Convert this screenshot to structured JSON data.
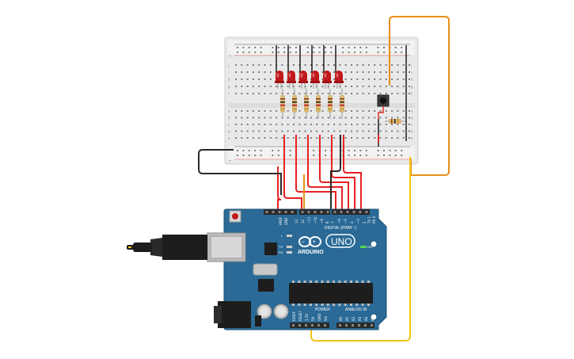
{
  "board": {
    "brand": "ARDUINO",
    "model": "UNO",
    "digital_label": "DIGITAL (PWM ~)",
    "power_label": "POWER",
    "analog_label": "ANALOG IN",
    "on_label": "ON",
    "tx_label": "TX",
    "rx_label": "RX",
    "l_label": "L",
    "ioref_label": "IOREF",
    "reset_label": "RESET",
    "v33_label": "3.3V",
    "v5_label": "5V",
    "gnd_label": "GND",
    "vin_label": "Vin",
    "aref_label": "AREF",
    "top_pins": [
      "13",
      "12",
      "~11",
      "~10",
      "~9",
      "8",
      "7",
      "~6",
      "~5",
      "4",
      "~3",
      "2",
      "TX 1",
      "RX 0"
    ],
    "analog_pins": [
      "A0",
      "A1",
      "A2",
      "A3",
      "A4",
      "A5"
    ]
  },
  "breadboard": {
    "row_letters_top": [
      "j",
      "i",
      "h",
      "g",
      "f"
    ],
    "row_letters_bottom": [
      "e",
      "d",
      "c",
      "b",
      "a"
    ],
    "plus": "+",
    "minus": "-"
  },
  "colors": {
    "board": "#2b6a96",
    "led": "#c0181c",
    "wire_red": "#e52222",
    "wire_black": "#2a2a2a",
    "wire_orange": "#e8901a",
    "wire_yellow": "#f0c419",
    "rail_red": "#e05050",
    "breadboard": "#e9e9e9"
  },
  "components": {
    "led_count": 6,
    "resistor_count": 7,
    "button_count": 1
  }
}
